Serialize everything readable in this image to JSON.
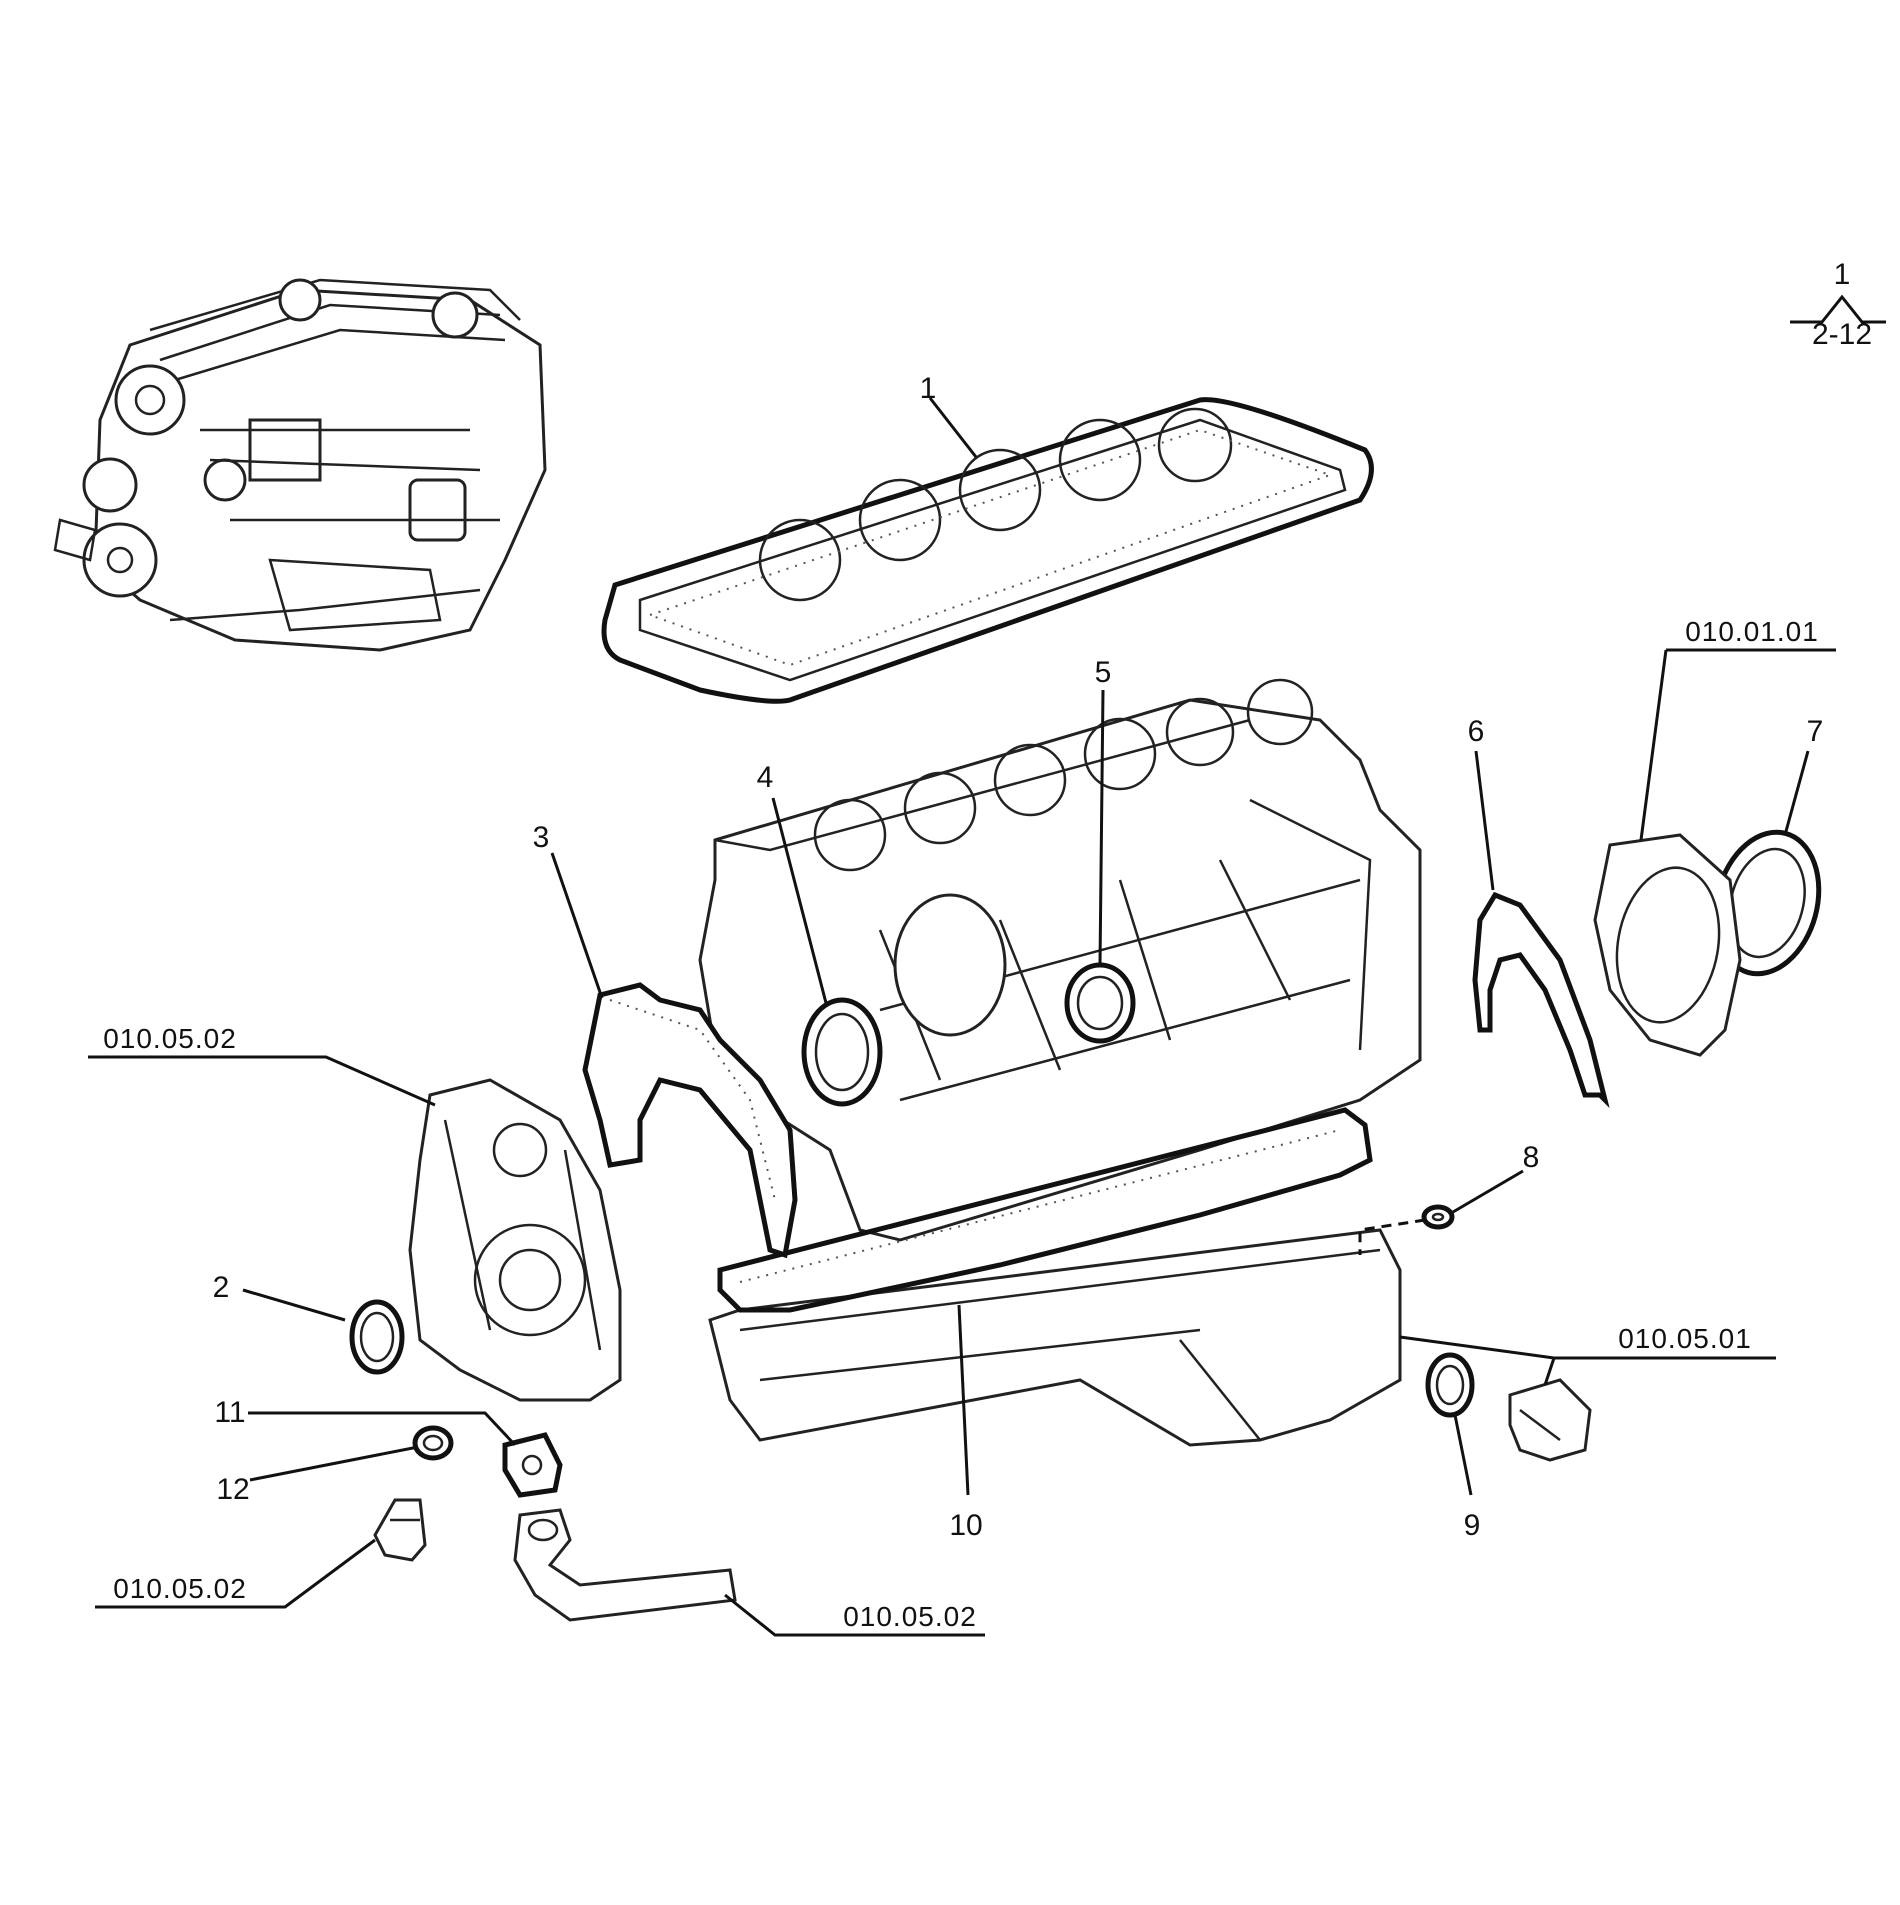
{
  "legend": {
    "top": "1",
    "bottom": "2-12"
  },
  "callouts": {
    "c1": "1",
    "c2": "2",
    "c3": "3",
    "c4": "4",
    "c5": "5",
    "c6": "6",
    "c7": "7",
    "c8": "8",
    "c9": "9",
    "c10": "10",
    "c11": "11",
    "c12": "12"
  },
  "refs": {
    "r_top_right": "010.01.01",
    "r_left_cover": "010.05.02",
    "r_right_pan": "010.05.01",
    "r_left_bottom": "010.05.02",
    "r_pipe": "010.05.02"
  }
}
